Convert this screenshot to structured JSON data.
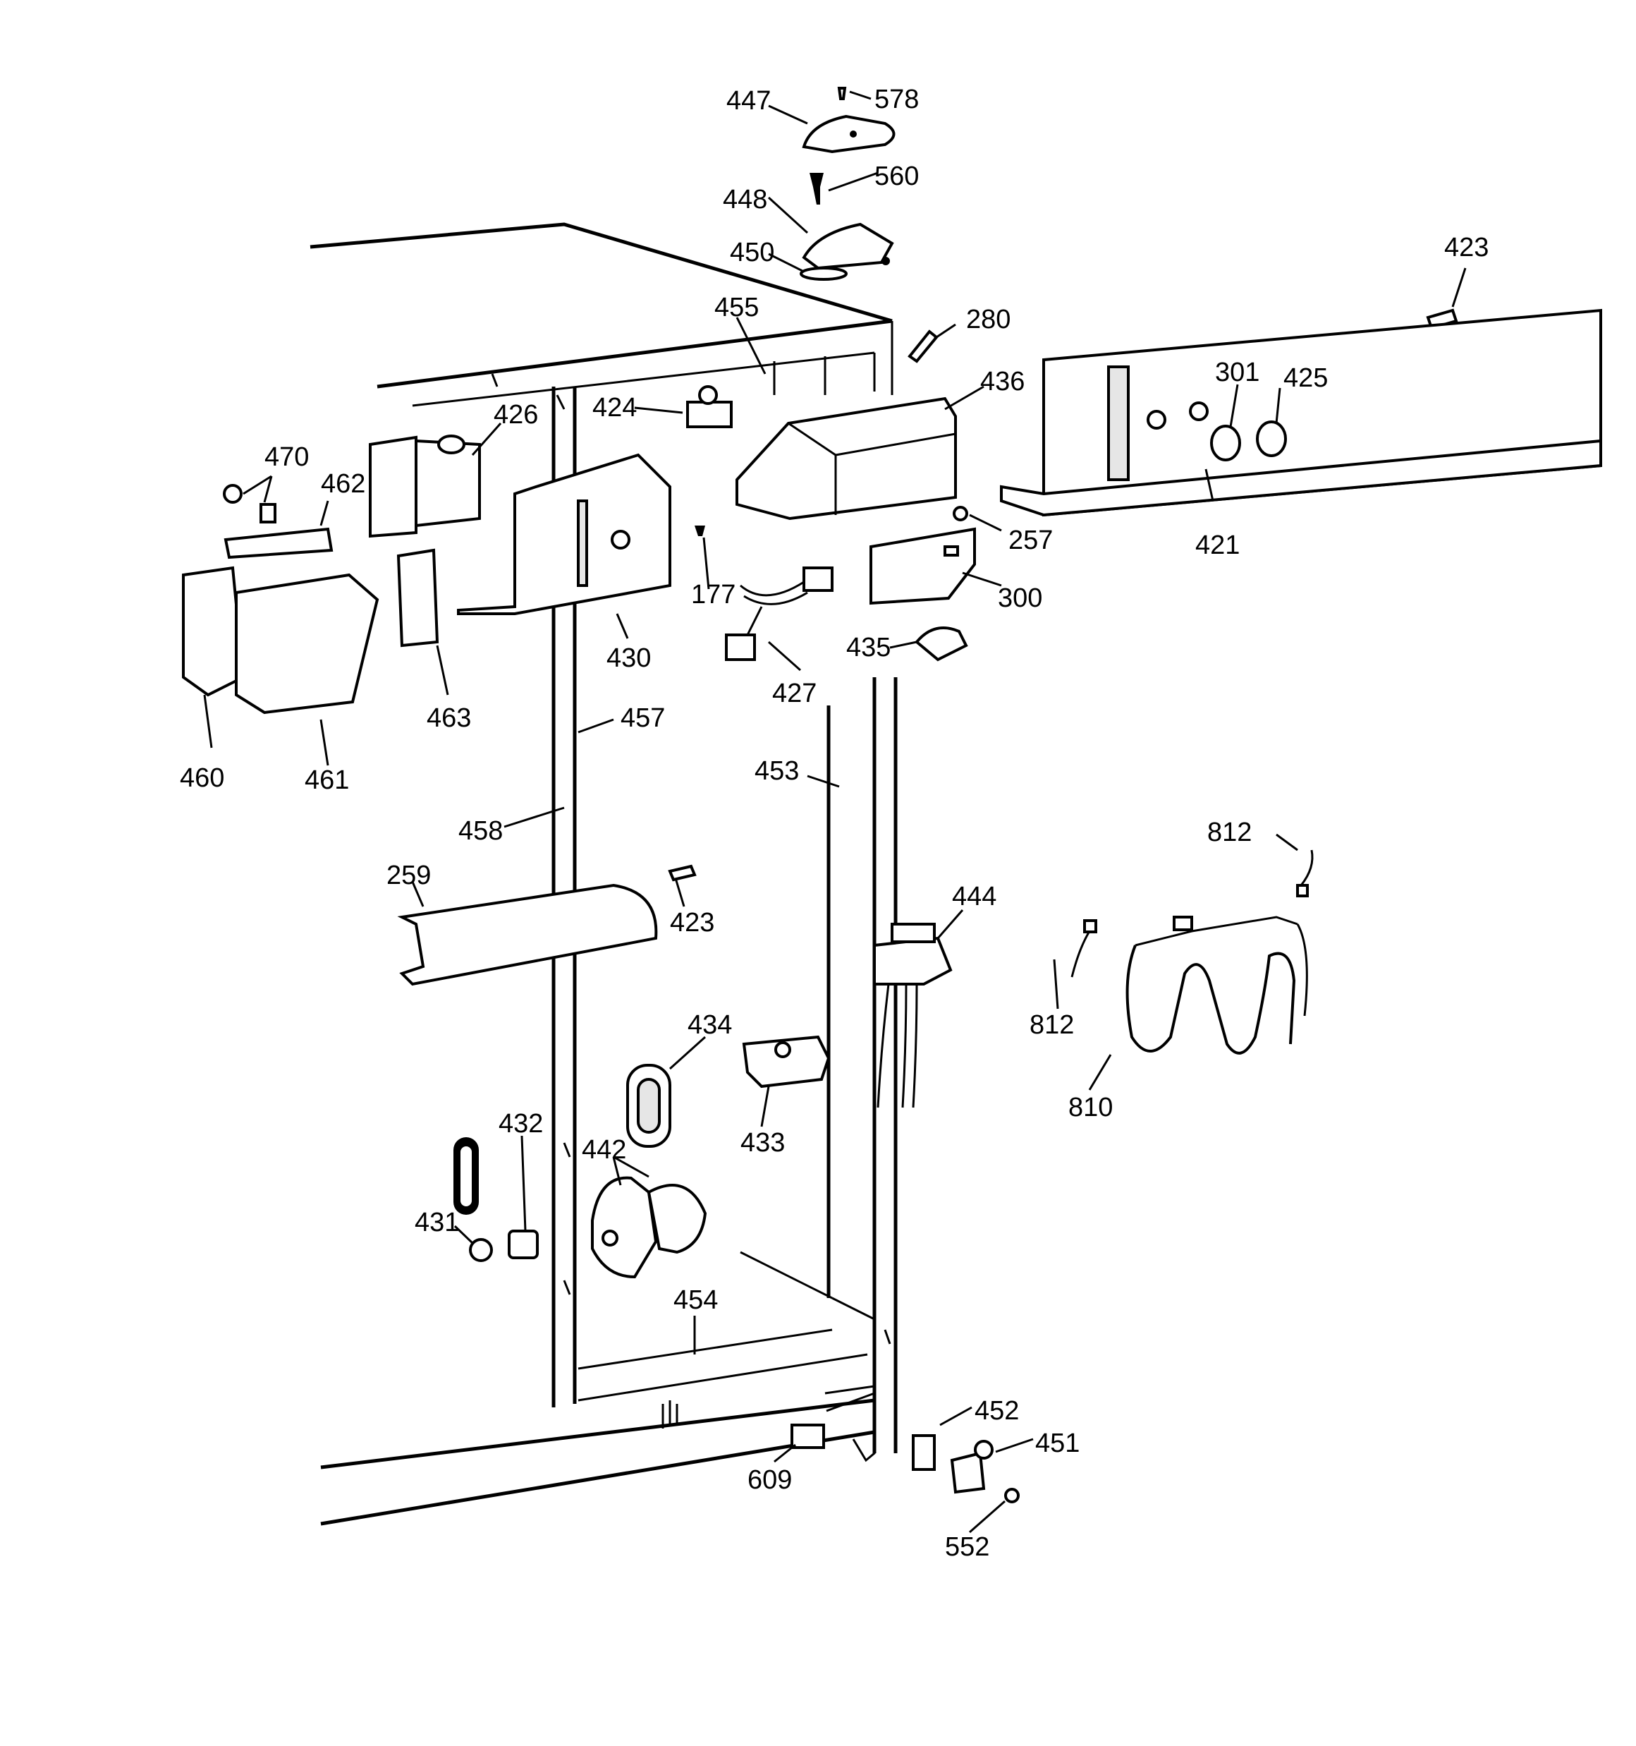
{
  "diagram": {
    "type": "exploded parts diagram",
    "part_numbers": {
      "p447": "447",
      "p578": "578",
      "p560": "560",
      "p448": "448",
      "p450": "450",
      "p455": "455",
      "p280": "280",
      "p423a": "423",
      "p301": "301",
      "p425": "425",
      "p436": "436",
      "p424": "424",
      "p426": "426",
      "p470": "470",
      "p462": "462",
      "p257": "257",
      "p421": "421",
      "p177": "177",
      "p300": "300",
      "p430": "430",
      "p435": "435",
      "p427": "427",
      "p463": "463",
      "p457": "457",
      "p460": "460",
      "p461": "461",
      "p453": "453",
      "p458": "458",
      "p812a": "812",
      "p259": "259",
      "p444": "444",
      "p423b": "423",
      "p812b": "812",
      "p434": "434",
      "p810": "810",
      "p433": "433",
      "p432": "432",
      "p442": "442",
      "p431": "431",
      "p454": "454",
      "p452": "452",
      "p451": "451",
      "p609": "609",
      "p552": "552"
    }
  }
}
